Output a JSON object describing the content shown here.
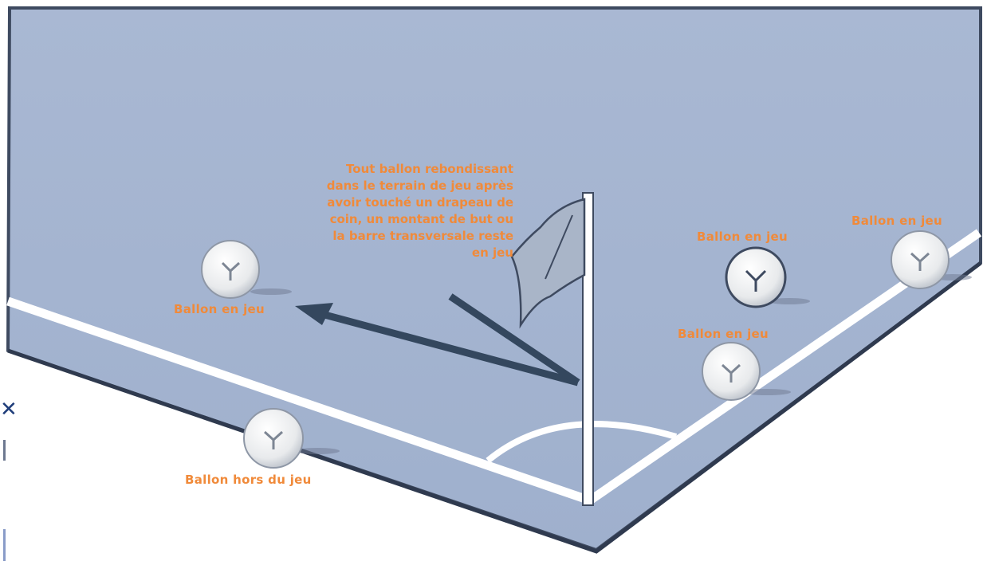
{
  "colors": {
    "pitch": "#a6b5d0",
    "pitch_edge": "#3e4a60",
    "line": "#ffffff",
    "label": "#f08a3a",
    "arrow": "#34475e",
    "ball": "#eef0f2"
  },
  "note_lines": [
    "Tout ballon rebondissant",
    "dans le terrain de jeu après",
    "avoir touché un drapeau de",
    "coin, un montant de but ou",
    "la barre transversale reste",
    "en jeu"
  ],
  "labels": {
    "ball_left": "Ballon en jeu",
    "ball_top_right": "Ballon en jeu",
    "ball_mid_right": "Ballon en jeu",
    "ball_far_right": "Ballon en jeu",
    "ball_out": "Ballon hors du jeu"
  },
  "icons": {
    "flag": "corner-flag-icon",
    "ball": "ball-icon",
    "arrow": "arrow-icon"
  }
}
